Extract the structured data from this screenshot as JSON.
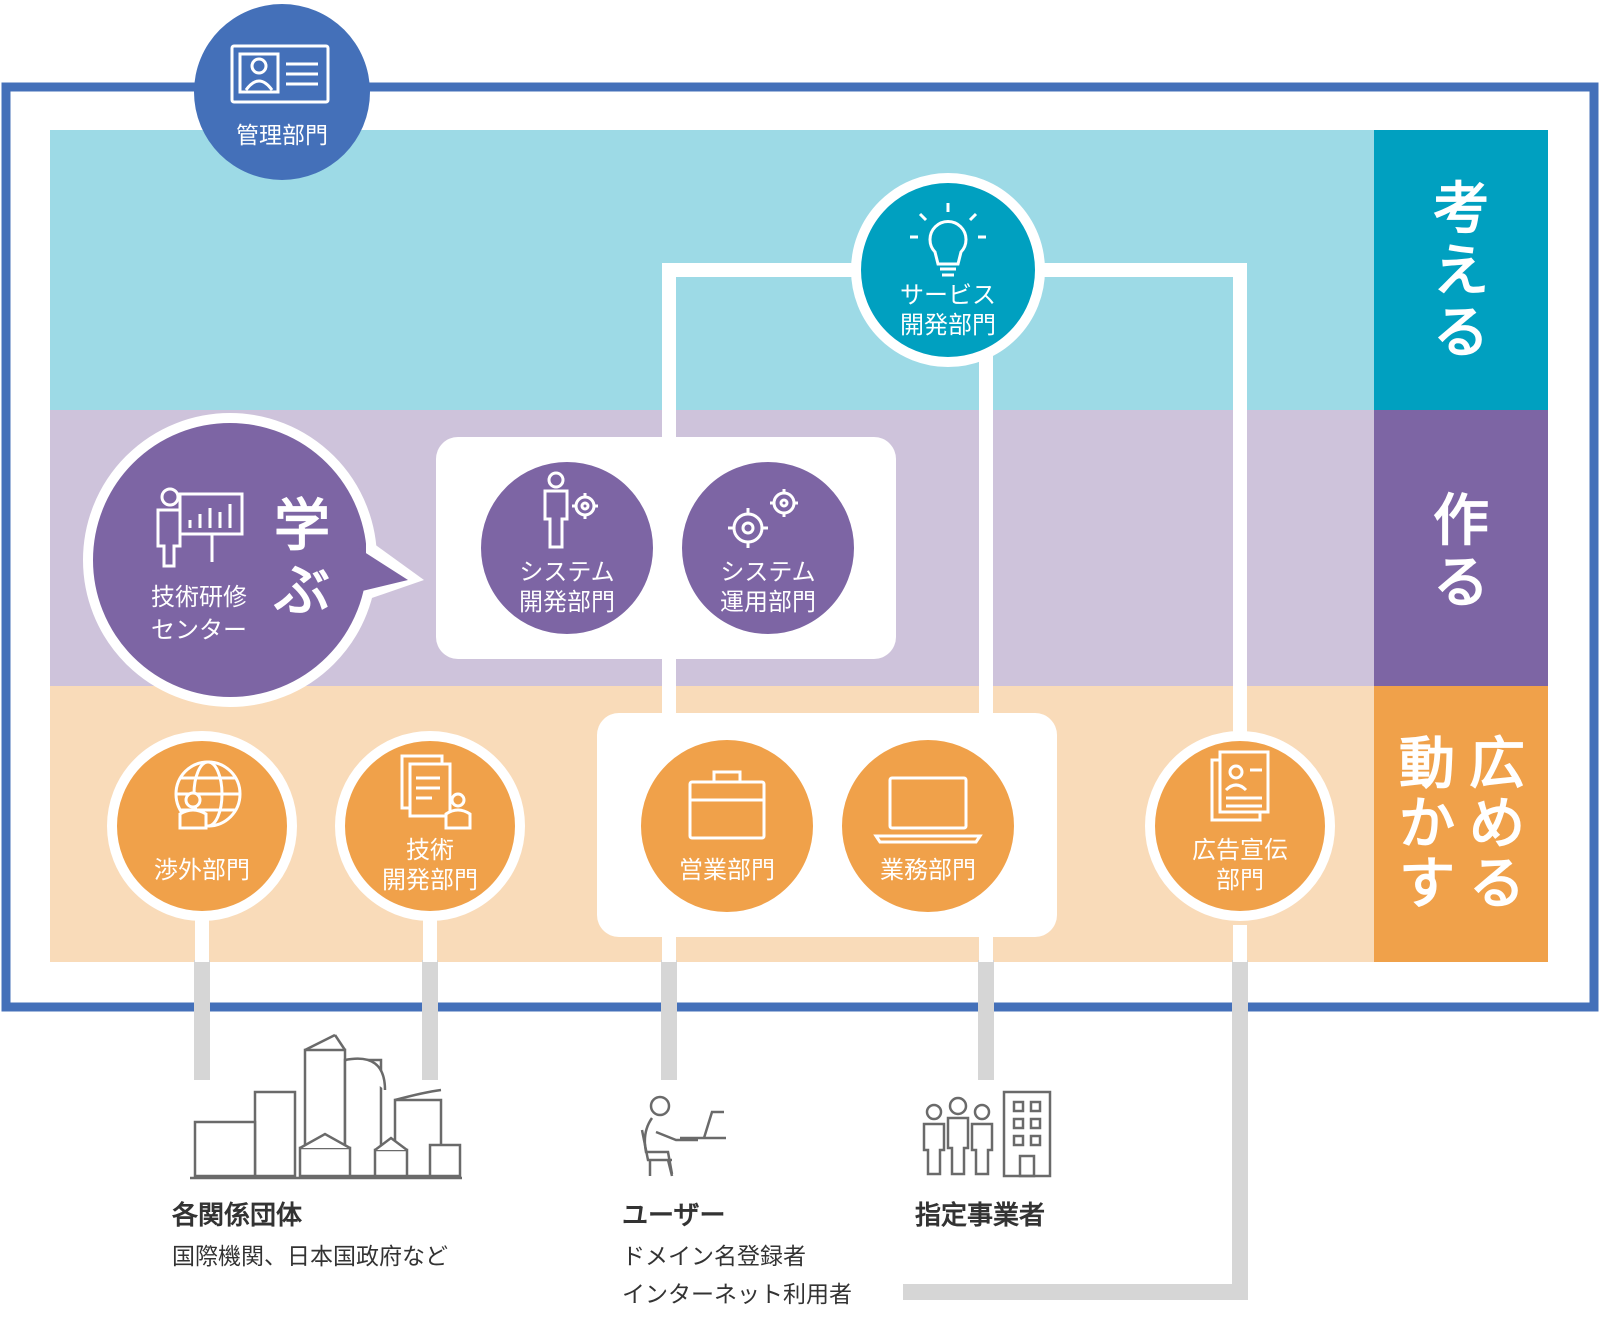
{
  "colors": {
    "frame_blue": "#4470b9",
    "think_band": "#9ddae6",
    "make_band": "#cec3db",
    "spread_band": "#f9dbb9",
    "think_label": "#00a0c0",
    "make_label": "#7d65a4",
    "spread_label": "#f0a14a",
    "orange_circle": "#f0a14a",
    "purple_circle": "#7d65a4",
    "teal_circle": "#00a0c0",
    "connector_white": "#ffffff",
    "connector_gray": "#d6d6d6",
    "text_dark": "#333333"
  },
  "admin": {
    "icon": "id-card-icon",
    "label": "管理部門"
  },
  "bands": {
    "think": {
      "label": [
        "考",
        "え",
        "る"
      ]
    },
    "make": {
      "label": [
        "作",
        "る"
      ]
    },
    "spread": {
      "label_col1": [
        "広",
        "め",
        "る"
      ],
      "label_col2": [
        "動",
        "か",
        "す"
      ]
    }
  },
  "learn": {
    "icon": "presentation-chart-icon",
    "label": [
      "技術研修",
      "センター"
    ],
    "callout": [
      "学",
      "ぶ"
    ]
  },
  "departments": {
    "service_dev": {
      "icon": "lightbulb-icon",
      "label": [
        "サービス",
        "開発部門"
      ]
    },
    "system_dev": {
      "icon": "person-gear-icon",
      "label": [
        "システム",
        "開発部門"
      ]
    },
    "system_ops": {
      "icon": "gears-icon",
      "label": [
        "システム",
        "運用部門"
      ]
    },
    "external": {
      "icon": "globe-person-icon",
      "label": [
        "渉外部門"
      ]
    },
    "tech_dev": {
      "icon": "documents-person-icon",
      "label": [
        "技術",
        "開発部門"
      ]
    },
    "sales": {
      "icon": "briefcase-icon",
      "label": [
        "営業部門"
      ]
    },
    "operations": {
      "icon": "laptop-icon",
      "label": [
        "業務部門"
      ]
    },
    "pr": {
      "icon": "profile-document-icon",
      "label": [
        "広告宣伝",
        "部門"
      ]
    }
  },
  "stakeholders": {
    "orgs": {
      "icon": "city-buildings-icon",
      "title": "各関係団体",
      "desc": [
        "国際機関、日本国政府など"
      ]
    },
    "users": {
      "icon": "person-at-desk-icon",
      "title": "ユーザー",
      "desc": [
        "ドメイン名登録者",
        "インターネット利用者"
      ]
    },
    "registrars": {
      "icon": "people-building-icon",
      "title": "指定事業者",
      "desc": []
    }
  }
}
